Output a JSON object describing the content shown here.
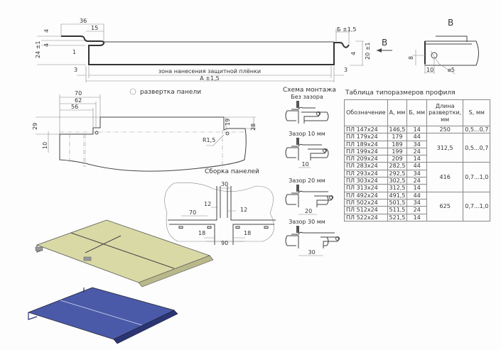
{
  "profile": {
    "dim_36": "36",
    "dim_15": "15",
    "dim_4a": "4",
    "dim_24": "24 ±1",
    "dim_4b": "4",
    "dim_1": "1",
    "dim_3_left": "3",
    "dim_3_right": "3",
    "film_zone": "зона нанесения защитной плёнки",
    "dim_a": "A ±1,5",
    "dim_b": "Б ±1,5",
    "dim_4c": "4",
    "dim_20": "20 ±1",
    "view_arrow": "В"
  },
  "detail_b": {
    "title": "В",
    "dim_8": "8",
    "dim_10": "10",
    "dim_d5": "⌀5"
  },
  "unfold": {
    "title": "развертка панели",
    "dim_70": "70",
    "dim_62": "62",
    "dim_56": "56",
    "dim_29": "29",
    "dim_10": "10",
    "dim_19": "19",
    "dim_28": "28",
    "radius": "R1,5"
  },
  "assembly": {
    "title": "Сборка панелей",
    "dim_30": "30",
    "dim_12a": "12",
    "dim_12b": "12",
    "dim_70": "70",
    "dim_18a": "18",
    "dim_18b": "18",
    "dim_90": "90"
  },
  "mounting": {
    "title": "Схема монтажа",
    "schemes": [
      {
        "label": "Без зазора",
        "gap": ""
      },
      {
        "label": "Зазор 10 мм",
        "gap": "10"
      },
      {
        "label": "Зазор 20 мм",
        "gap": "20"
      },
      {
        "label": "Зазор 30 мм",
        "gap": "30"
      }
    ]
  },
  "table": {
    "title": "Таблица типоразмеров профиля",
    "headers": [
      "Обозначение",
      "А, мм",
      "Б, мм",
      "Длина развертки, мм",
      "S, мм"
    ],
    "groups": [
      {
        "length": "250",
        "s": "0,5...0,7",
        "rows": [
          [
            "ПЛ 147х24",
            "146,5",
            "14"
          ]
        ]
      },
      {
        "length": "312,5",
        "s": "0,5...0,7",
        "rows": [
          [
            "ПЛ 179х24",
            "179",
            "44"
          ],
          [
            "ПЛ 189х24",
            "189",
            "34"
          ],
          [
            "ПЛ 199х24",
            "199",
            "24"
          ],
          [
            "ПЛ 209х24",
            "209",
            "14"
          ]
        ]
      },
      {
        "length": "416",
        "s": "0,7...1,0",
        "rows": [
          [
            "ПЛ 283х24",
            "282,5",
            "44"
          ],
          [
            "ПЛ 293х24",
            "292,5",
            "34"
          ],
          [
            "ПЛ 303х24",
            "302,5",
            "24"
          ],
          [
            "ПЛ 313х24",
            "312,5",
            "14"
          ]
        ]
      },
      {
        "length": "625",
        "s": "0,7...1,0",
        "rows": [
          [
            "ПЛ 492х24",
            "491,5",
            "44"
          ],
          [
            "ПЛ 502х24",
            "501,5",
            "34"
          ],
          [
            "ПЛ 512х24",
            "511,5",
            "24"
          ],
          [
            "ПЛ 522х24",
            "521,5",
            "14"
          ]
        ]
      }
    ]
  },
  "colors": {
    "panel_yellow": "#d9d9a6",
    "panel_blue": "#4b5aa8"
  }
}
